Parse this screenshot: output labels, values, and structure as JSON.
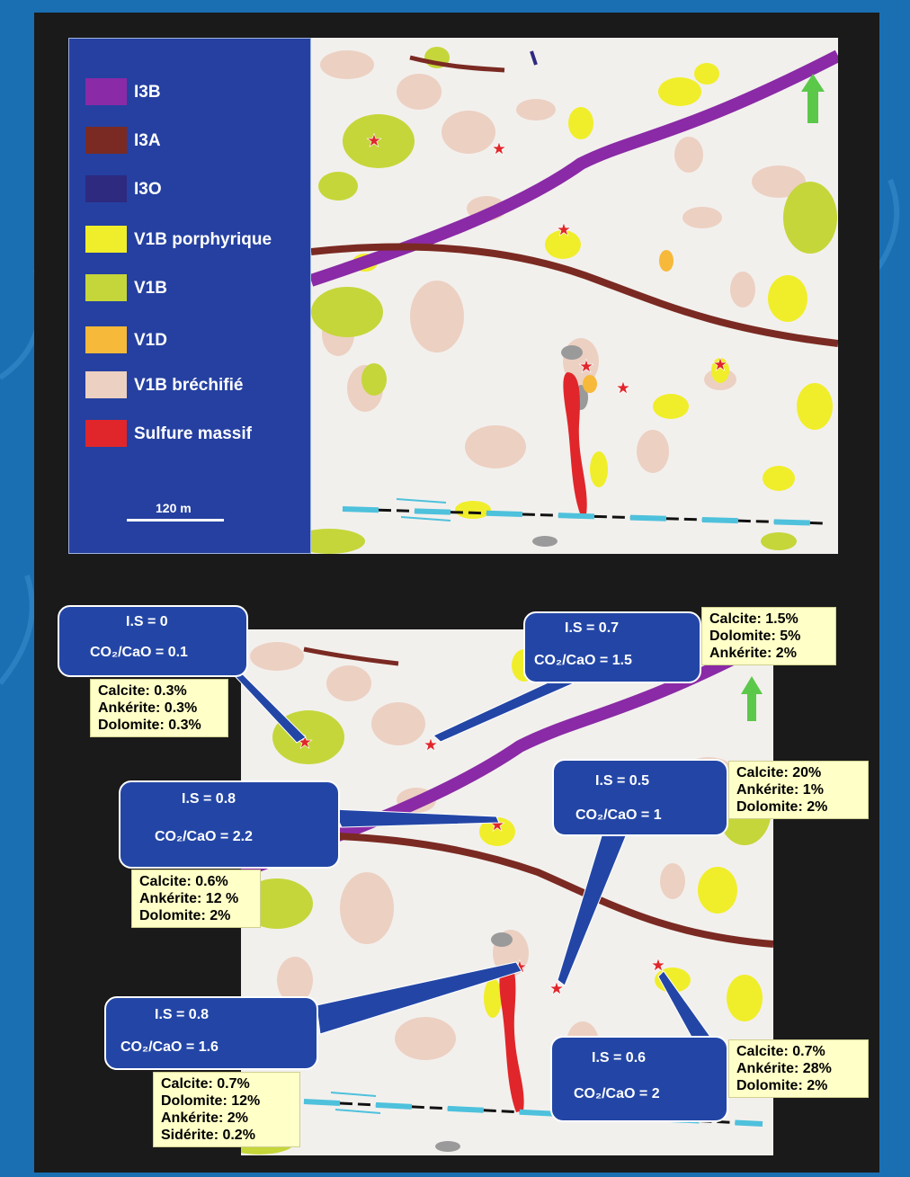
{
  "colors": {
    "i3b": "#8a2aa6",
    "i3a": "#7a2a22",
    "i3o": "#2e2a80",
    "v1b_porphyrique": "#f0ee2a",
    "v1b": "#c5d63a",
    "v1d": "#f6b93a",
    "v1b_brechifie": "#ecd0c2",
    "sulfure": "#e0262a",
    "legend_bg": "#2540a0",
    "fault": "#4ec1dc",
    "arrow": "#5cc84a",
    "star": "#e0262a"
  },
  "legend": {
    "items": [
      {
        "label": "I3B",
        "color": "#8a2aa6"
      },
      {
        "label": "I3A",
        "color": "#7a2a22"
      },
      {
        "label": "I3O",
        "color": "#2e2a80"
      },
      {
        "label": "V1B porphyrique",
        "color": "#f0ee2a"
      },
      {
        "label": "V1B",
        "color": "#c5d63a"
      },
      {
        "label": "V1D",
        "color": "#f6b93a"
      },
      {
        "label": "V1B bréchifié",
        "color": "#ecd0c2"
      },
      {
        "label": "Sulfure massif",
        "color": "#e0262a"
      }
    ],
    "scale_label": "120 m"
  },
  "north_arrow_icon": "north-arrow-icon",
  "callouts": [
    {
      "is": "I.S = 0",
      "ratio": "CO₂/CaO = 0.1",
      "minerals": [
        "Calcite: 0.3%",
        "Ankérite: 0.3%",
        "Dolomite: 0.3%"
      ]
    },
    {
      "is": "I.S = 0.7",
      "ratio": "CO₂/CaO = 1.5",
      "minerals": [
        "Calcite: 1.5%",
        "Dolomite: 5%",
        "Ankérite: 2%"
      ]
    },
    {
      "is": "I.S = 0.8",
      "ratio": "CO₂/CaO = 2.2",
      "minerals": [
        "Calcite: 0.6%",
        "Ankérite: 12 %",
        "Dolomite: 2%"
      ]
    },
    {
      "is": "I.S = 0.5",
      "ratio": "CO₂/CaO = 1",
      "minerals": [
        "Calcite: 20%",
        "Ankérite: 1%",
        "Dolomite: 2%"
      ]
    },
    {
      "is": "I.S = 0.8",
      "ratio": "CO₂/CaO = 1.6",
      "minerals": [
        "Calcite: 0.7%",
        "Dolomite: 12%",
        "Ankérite: 2%",
        "Sidérite: 0.2%"
      ]
    },
    {
      "is": "I.S = 0.6",
      "ratio": "CO₂/CaO = 2",
      "minerals": [
        "Calcite: 0.7%",
        "Ankérite: 28%",
        "Dolomite: 2%"
      ]
    }
  ]
}
